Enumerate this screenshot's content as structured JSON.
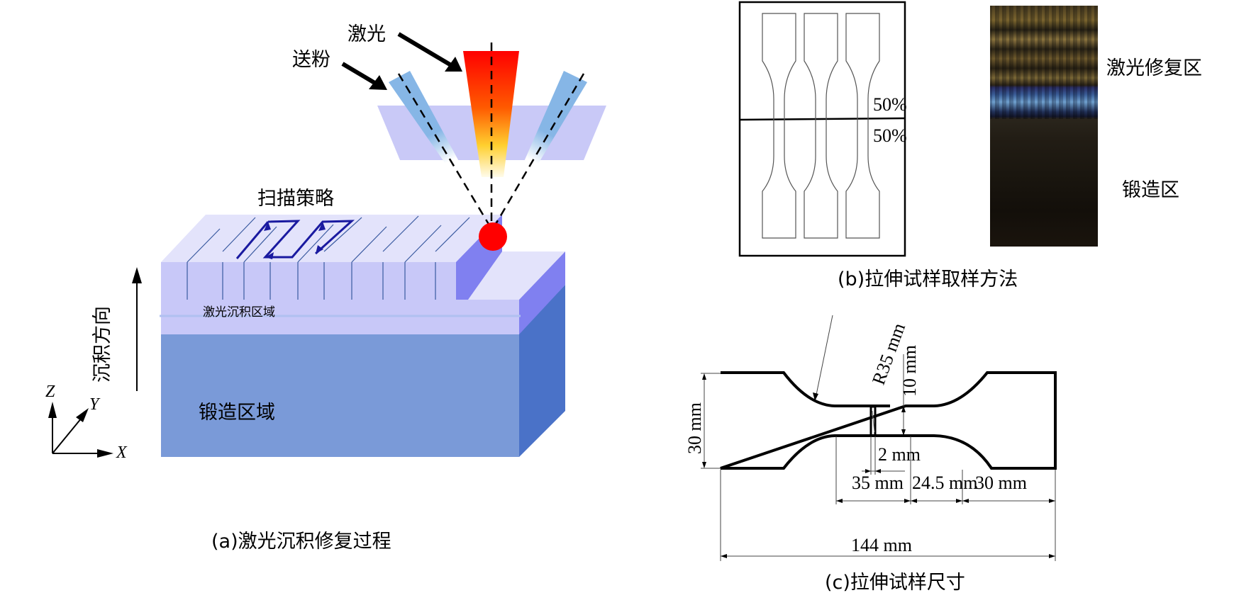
{
  "panel_a": {
    "caption": "(a)激光沉积修复过程",
    "labels": {
      "laser": "激光",
      "powder_feed": "送粉",
      "scan_strategy": "扫描策略",
      "deposition_direction": "沉积方向",
      "laser_deposition_zone": "激光沉积区域",
      "forged_zone": "锻造区域"
    },
    "axes": {
      "x": "X",
      "y": "Y",
      "z": "Z"
    },
    "colors": {
      "deposit_top": "#e2e2fb",
      "deposit_front": "#c8c8f8",
      "deposit_side": "#8080f0",
      "forged_front": "#7a9ad8",
      "forged_side": "#4a72c8",
      "melt_pool": "#ff0000",
      "nozzle": "#8ab8e6",
      "scan_path": "#1a1aa0"
    }
  },
  "panel_b": {
    "caption": "(b)拉伸试样取样方法",
    "upper_percent": "50%",
    "lower_percent": "50%",
    "specimen_count": 3,
    "photo_labels": {
      "repair_zone": "激光修复区",
      "forged_zone": "锻造区"
    }
  },
  "panel_c": {
    "caption": "(c)拉伸试样尺寸",
    "dimensions": {
      "radius": "R35 mm",
      "gauge_width": "10 mm",
      "grip_width": "30 mm",
      "weld_width": "2 mm",
      "half_gauge_length": "35 mm",
      "transition_length": "24.5 mm",
      "grip_length": "30 mm",
      "total_length": "144 mm"
    }
  }
}
